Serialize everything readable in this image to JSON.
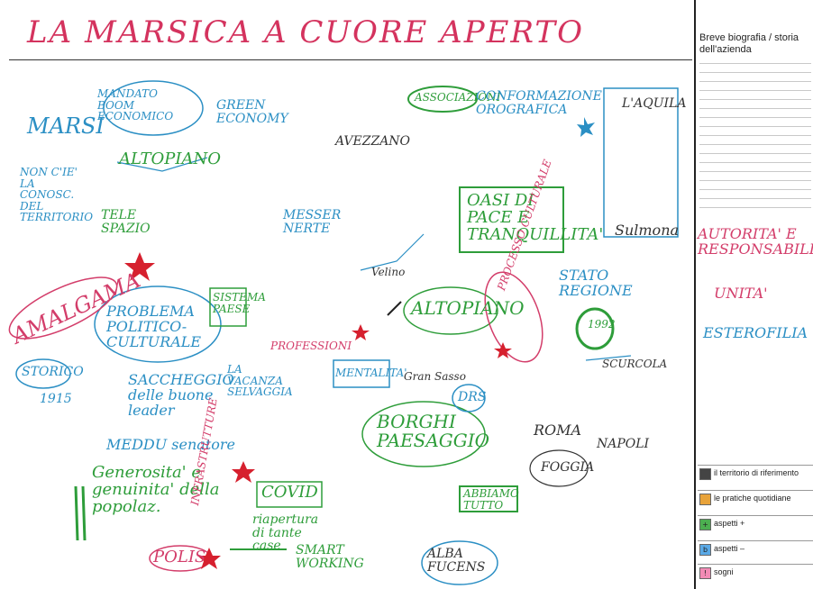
{
  "title": "LA MARSICA A CUORE APERTO",
  "notes": {
    "marsi": "MARSI",
    "non_cie": "NON C'IE' LA CONOSC. DEL TERRITORIO",
    "altopiano_left": "ALTOPIANO",
    "tele_spazio": "TELE SPAZIO",
    "amalgama": "AMALGAMA",
    "problema": "PROBLEMA POLITICO-CULTURALE",
    "storico": "STORICO",
    "year_1915": "1915",
    "saccheggio": "SACCHEGGIO delle buone leader",
    "meddu": "MEDDU senatore",
    "generosita": "Generosita' e genuinita' della popolaz.",
    "polis": "POLIS",
    "covid": "COVID",
    "riapertura": "riapertura di tante case",
    "smart_working": "SMART WORKING",
    "infrastrutture": "INFRASTRUTTURE",
    "borghi": "BORGHI PAESAGGIO",
    "abbiamo_tutto": "ABBIAMO TUTTO",
    "alba_fucens": "ALBA FUCENS",
    "roma": "ROMA",
    "napoli": "NAPOLI",
    "foggia": "FOGGIA",
    "altopiano_center": "ALTOPIANO",
    "oasi": "OASI DI PACE E TRANQUILLITA'",
    "stato_regione": "STATO REGIONE",
    "associazioni": "ASSOCIAZIONI",
    "conformazione": "CONFORMAZIONE OROGRAFICA",
    "laquila": "L'AQUILA",
    "sulmona": "Sulmona",
    "green_economy": "GREEN ECONOMY",
    "avezzano": "AVEZZANO",
    "messer": "MESSER NERTE",
    "mentalita": "MENTALITA'",
    "processo": "PROCESSO CULTURALE",
    "vacanza": "LA VACANZA SELVAGGIA",
    "mandato_boom": "MANDATO BOOM ECONOMICO",
    "sistema_paese": "SISTEMA PAESE",
    "professioni": "PROFESSIONI",
    "scurcola": "SCURCOLA",
    "autorita": "AUTORITA' E RESPONSABILITA'",
    "unita": "UNITA'",
    "esterofilia": "ESTEROFILIA",
    "drs": "DRS",
    "anno_1992": "1992",
    "velino": "Velino",
    "gran_sasso": "Gran Sasso"
  },
  "sidebar": {
    "bio_title": "Breve biografia / storia dell'azienda",
    "legend": [
      {
        "mark": "",
        "label": "il territorio di riferimento",
        "color": "#444444"
      },
      {
        "mark": "",
        "label": "le pratiche quotidiane",
        "color": "#e8a33a"
      },
      {
        "mark": "+",
        "label": "aspetti +",
        "color": "#4caf50"
      },
      {
        "mark": "b",
        "label": "aspetti –",
        "color": "#5aa9e6"
      },
      {
        "mark": "!",
        "label": "sogni",
        "color": "#f28bb5"
      }
    ]
  },
  "colors": {
    "blue": "#2b8fc4",
    "green": "#2e9d3a",
    "red": "#d33d6a",
    "star": "#d6202e"
  }
}
